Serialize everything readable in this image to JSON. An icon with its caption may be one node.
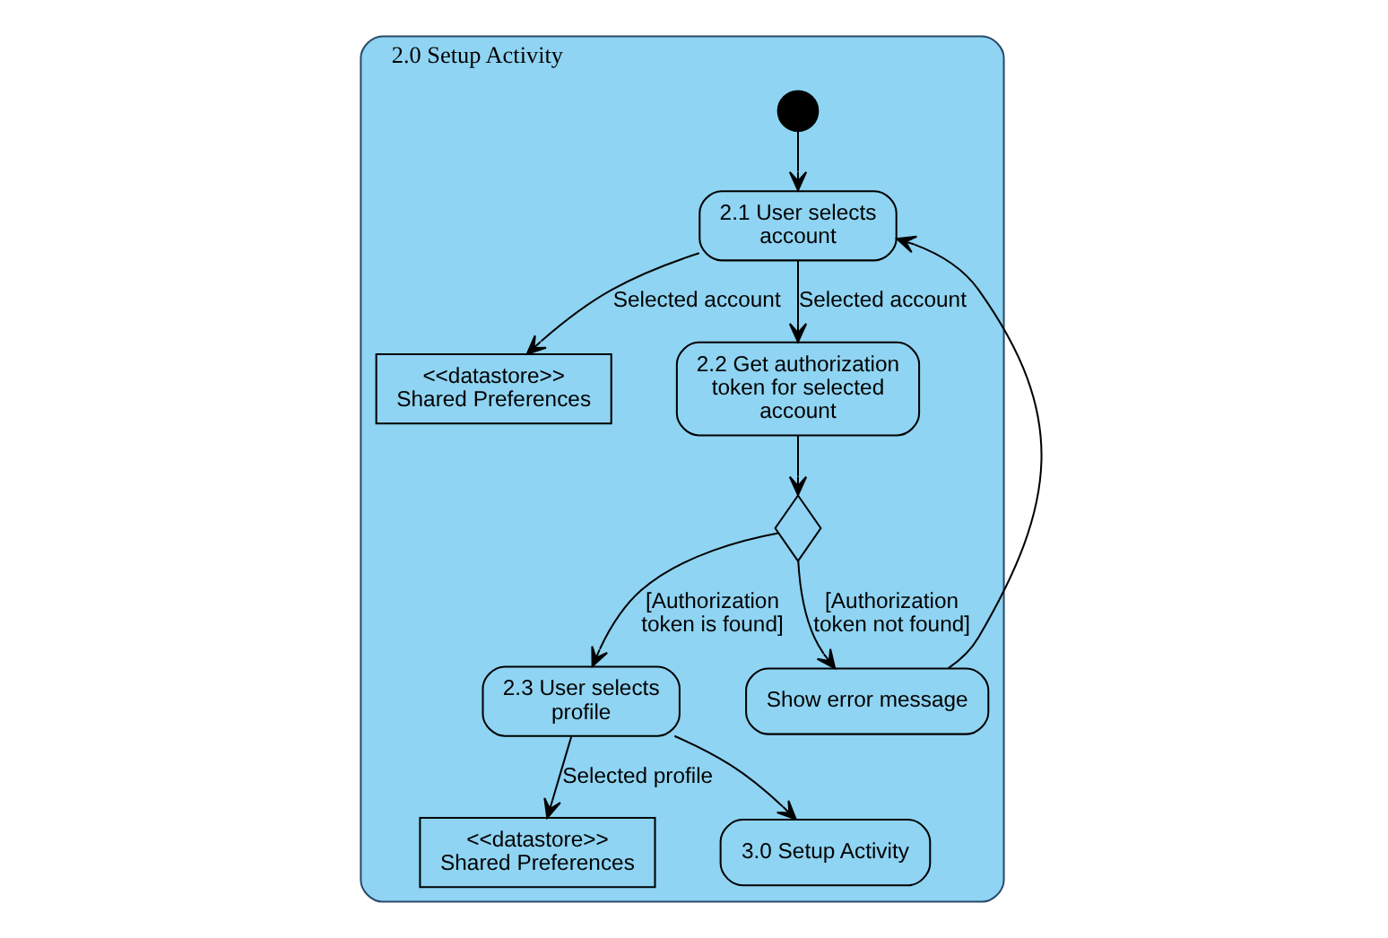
{
  "diagram": {
    "nodes": [
      {
        "text": [
          "2.0 Setup Activity"
        ]
      },
      {
        "text": [],
        "shape": "circle",
        "in": 0
      },
      {
        "text": [
          "2.1 User selects account"
        ],
        "in": 0
      },
      {
        "text": [
          "<<datastore>>",
          "Shared Preferences"
        ],
        "in": 0
      },
      {
        "text": [
          "2.2 Get authorization token for selected account"
        ],
        "in": 0
      },
      {
        "text": [],
        "shape": "diamond",
        "in": 0
      },
      {
        "text": [
          "Show error message"
        ],
        "in": 0
      },
      {
        "text": [
          "<<datastore>>",
          "Shared Preferences"
        ],
        "in": 0
      },
      {
        "text": [
          "2.3 User selects profile"
        ],
        "in": 0
      },
      {
        "text": [
          "3.0 Setup Activity"
        ],
        "in": 0
      }
    ],
    "edges": [
      {
        "from": 1,
        "to": 2,
        "arrow": "to"
      },
      {
        "from": 2,
        "to": 3,
        "arrow": "to",
        "label": "Selected account"
      },
      {
        "from": 2,
        "to": 4,
        "arrow": "to",
        "label": "Selected account"
      },
      {
        "from": 4,
        "to": 5,
        "arrow": "to"
      },
      {
        "from": 5,
        "to": 6,
        "arrow": "to",
        "label": "[Authorization token not found]"
      },
      {
        "from": 6,
        "to": 2,
        "arrow": "to"
      },
      {
        "from": 5,
        "to": 8,
        "arrow": "to",
        "label": "[Authorization token is found]"
      },
      {
        "from": 8,
        "to": 7,
        "arrow": "to",
        "label": "Selected profile"
      },
      {
        "from": 8,
        "to": 9,
        "arrow": "to"
      }
    ]
  }
}
